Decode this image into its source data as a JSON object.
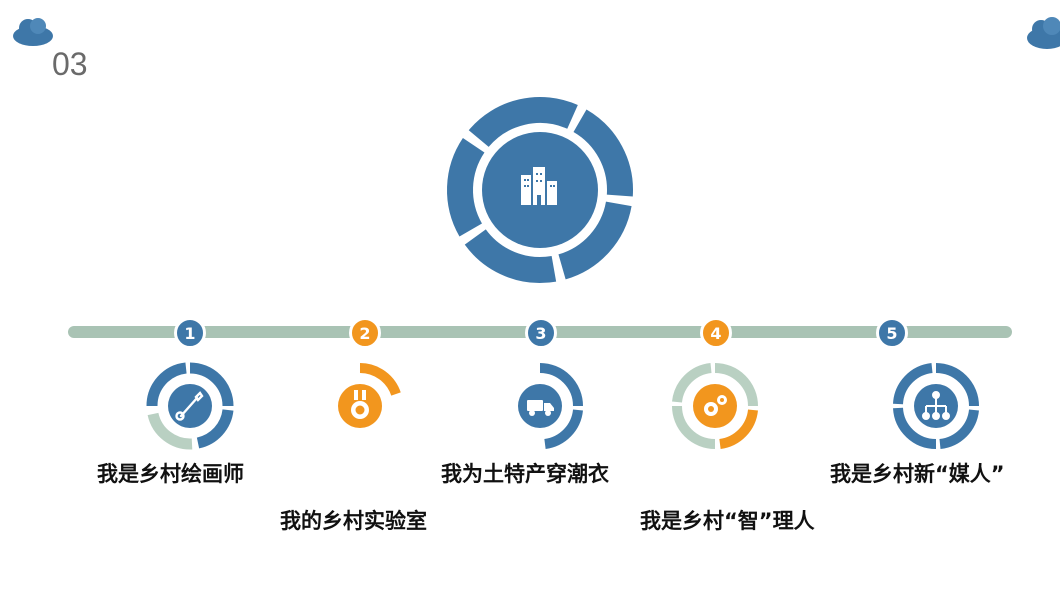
{
  "page": {
    "number": "03"
  },
  "colors": {
    "blue": "#3e77a8",
    "orange": "#f2961e",
    "green": "#a9c3b4"
  },
  "hero": {
    "icon": "buildings-icon"
  },
  "steps": [
    {
      "number": "1",
      "label": "我是乡村绘画师",
      "icon": "paintbrush-icon",
      "color": "#3e77a8"
    },
    {
      "number": "2",
      "label": "我的乡村实验室",
      "icon": "medal-icon",
      "color": "#f2961e"
    },
    {
      "number": "3",
      "label": "我为土特产穿潮衣",
      "icon": "delivery-truck-icon",
      "color": "#3e77a8"
    },
    {
      "number": "4",
      "label": "我是乡村“智”理人",
      "icon": "gears-icon",
      "color": "#f2961e"
    },
    {
      "number": "5",
      "label": "我是乡村新“媒人”",
      "icon": "network-icon",
      "color": "#3e77a8"
    }
  ]
}
